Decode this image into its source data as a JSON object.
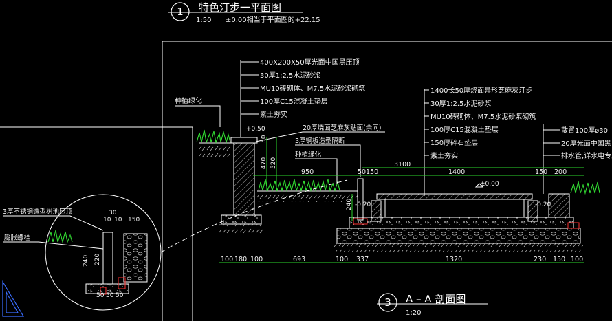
{
  "title1": {
    "num": "1",
    "name": "特色汀步一平面图",
    "scale": "1:50",
    "note": "±0.00相当于平面图的+22.15"
  },
  "title3": {
    "num": "3",
    "name": "A – A 剖面图",
    "scale": "1:20"
  },
  "left_callouts": [
    "400X200X50厚光面中国黑压顶",
    "30厚1:2.5水泥砂浆",
    "MU10砖砌体、M7.5水泥砂浆砌筑",
    "100厚C15混凝土垫层",
    "素土夯实"
  ],
  "mid_callouts": [
    "20厚烧面芝麻灰贴面(余同)",
    "3厚钢板造型隔断",
    "种植绿化"
  ],
  "planting_left": "种植绿化",
  "right_callouts": [
    "1400长50厚烧面异形芝麻灰汀步",
    "30厚1:2.5水泥砂浆",
    "MU10砖砌体、M7.5水泥砂浆砌筑",
    "100厚C15混凝土垫层",
    "150厚碎石垫层",
    "素土夯实"
  ],
  "far_right_callouts": [
    "散置100厚ø30",
    "20厚光面中国黑",
    "排水管,详水电专业"
  ],
  "detail": {
    "label1": "3厚不锈钢造型树池压顶",
    "label2": "膨胀螺栓",
    "dims": [
      "30",
      "10",
      "10",
      "150",
      "240",
      "220",
      "50",
      "50",
      "50"
    ]
  },
  "levels": [
    "+0.50",
    "±0.00",
    "-0.20",
    "-0.20"
  ],
  "dims_top": [
    "950",
    "50",
    "150",
    "3100",
    "1400",
    "150",
    "200"
  ],
  "dims_vert": [
    "50",
    "470",
    "520",
    "240"
  ],
  "dims_bottom": [
    "100",
    "180",
    "100",
    "693",
    "100",
    "337",
    "1320",
    "230",
    "150",
    "100"
  ],
  "colors": {
    "line": "#ffffff",
    "dim": "#2bd62b",
    "grass": "#33e033",
    "hatch": "#cfcfcf",
    "red": "#ff3030"
  }
}
